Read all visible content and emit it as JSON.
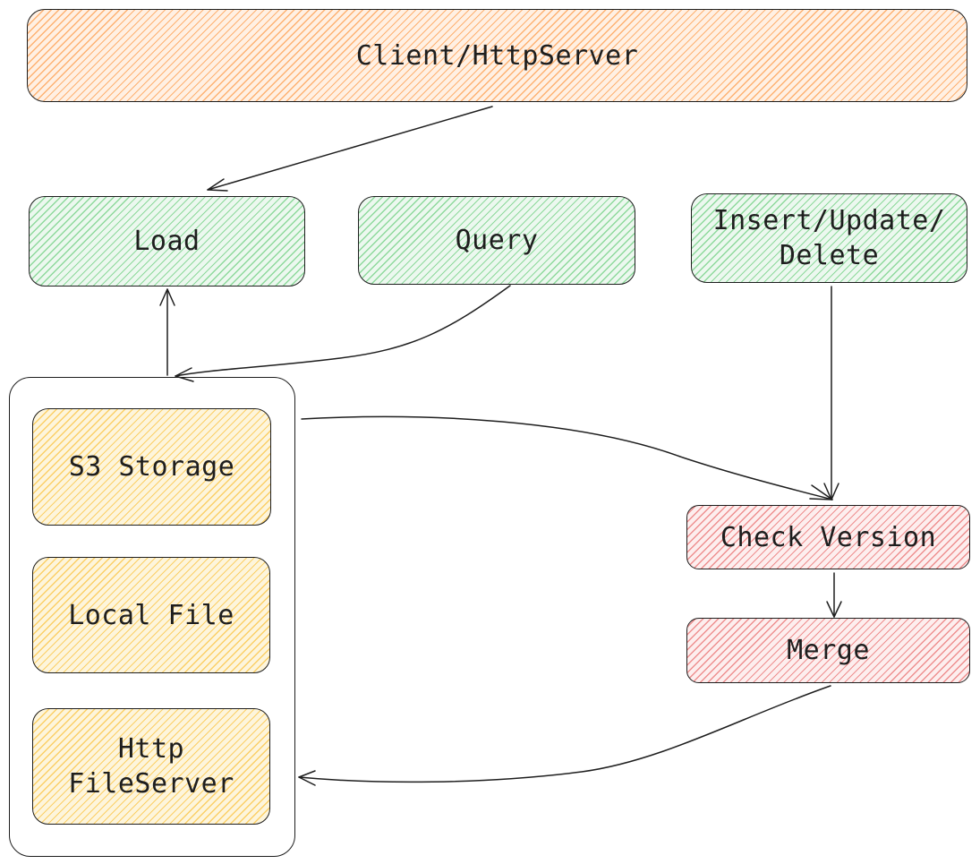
{
  "nodes": {
    "client": "Client/HttpServer",
    "load": "Load",
    "query": "Query",
    "write_ops": "Insert/Update/\nDelete",
    "s3": "S3 Storage",
    "local_file": "Local File",
    "http_fileserver": "Http\nFileServer",
    "check_version": "Check Version",
    "merge": "Merge"
  },
  "colors": {
    "client_fill": "#fd7e14",
    "operation_fill": "#40c057",
    "storage_fill": "#fab005",
    "version_fill": "#e03131",
    "stroke": "#1e1e1e"
  },
  "edges": [
    {
      "from": "Client/HttpServer",
      "to": "Load"
    },
    {
      "from": "Storage",
      "to": "Load"
    },
    {
      "from": "Query",
      "to": "Storage"
    },
    {
      "from": "Insert/Update/Delete",
      "to": "Check Version"
    },
    {
      "from": "Storage",
      "to": "Check Version"
    },
    {
      "from": "Check Version",
      "to": "Merge"
    },
    {
      "from": "Merge",
      "to": "Storage"
    }
  ]
}
